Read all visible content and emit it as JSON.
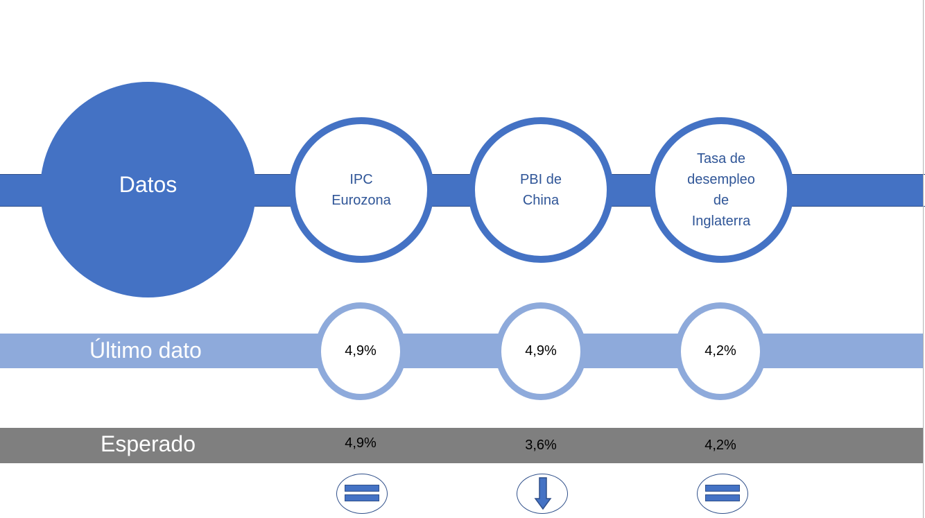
{
  "header": {
    "title": "Datos"
  },
  "indicators": [
    {
      "name_lines": [
        "IPC",
        "Eurozona"
      ],
      "ultimo": "4,9%",
      "esperado": "4,9%",
      "trend": "equal-icon"
    },
    {
      "name_lines": [
        "PBI de",
        "China"
      ],
      "ultimo": "4,9%",
      "esperado": "3,6%",
      "trend": "arrow-down-icon"
    },
    {
      "name_lines": [
        "Tasa de",
        "desempleo",
        "de",
        "Inglaterra"
      ],
      "ultimo": "4,2%",
      "esperado": "4,2%",
      "trend": "equal-icon"
    }
  ],
  "rows": {
    "ultimo_label": "Último dato",
    "esperado_label": "Esperado"
  },
  "colors": {
    "primary": "#4472c4",
    "light": "#8eaadb",
    "gray": "#7f7f7f",
    "text_blue": "#2f5597"
  }
}
